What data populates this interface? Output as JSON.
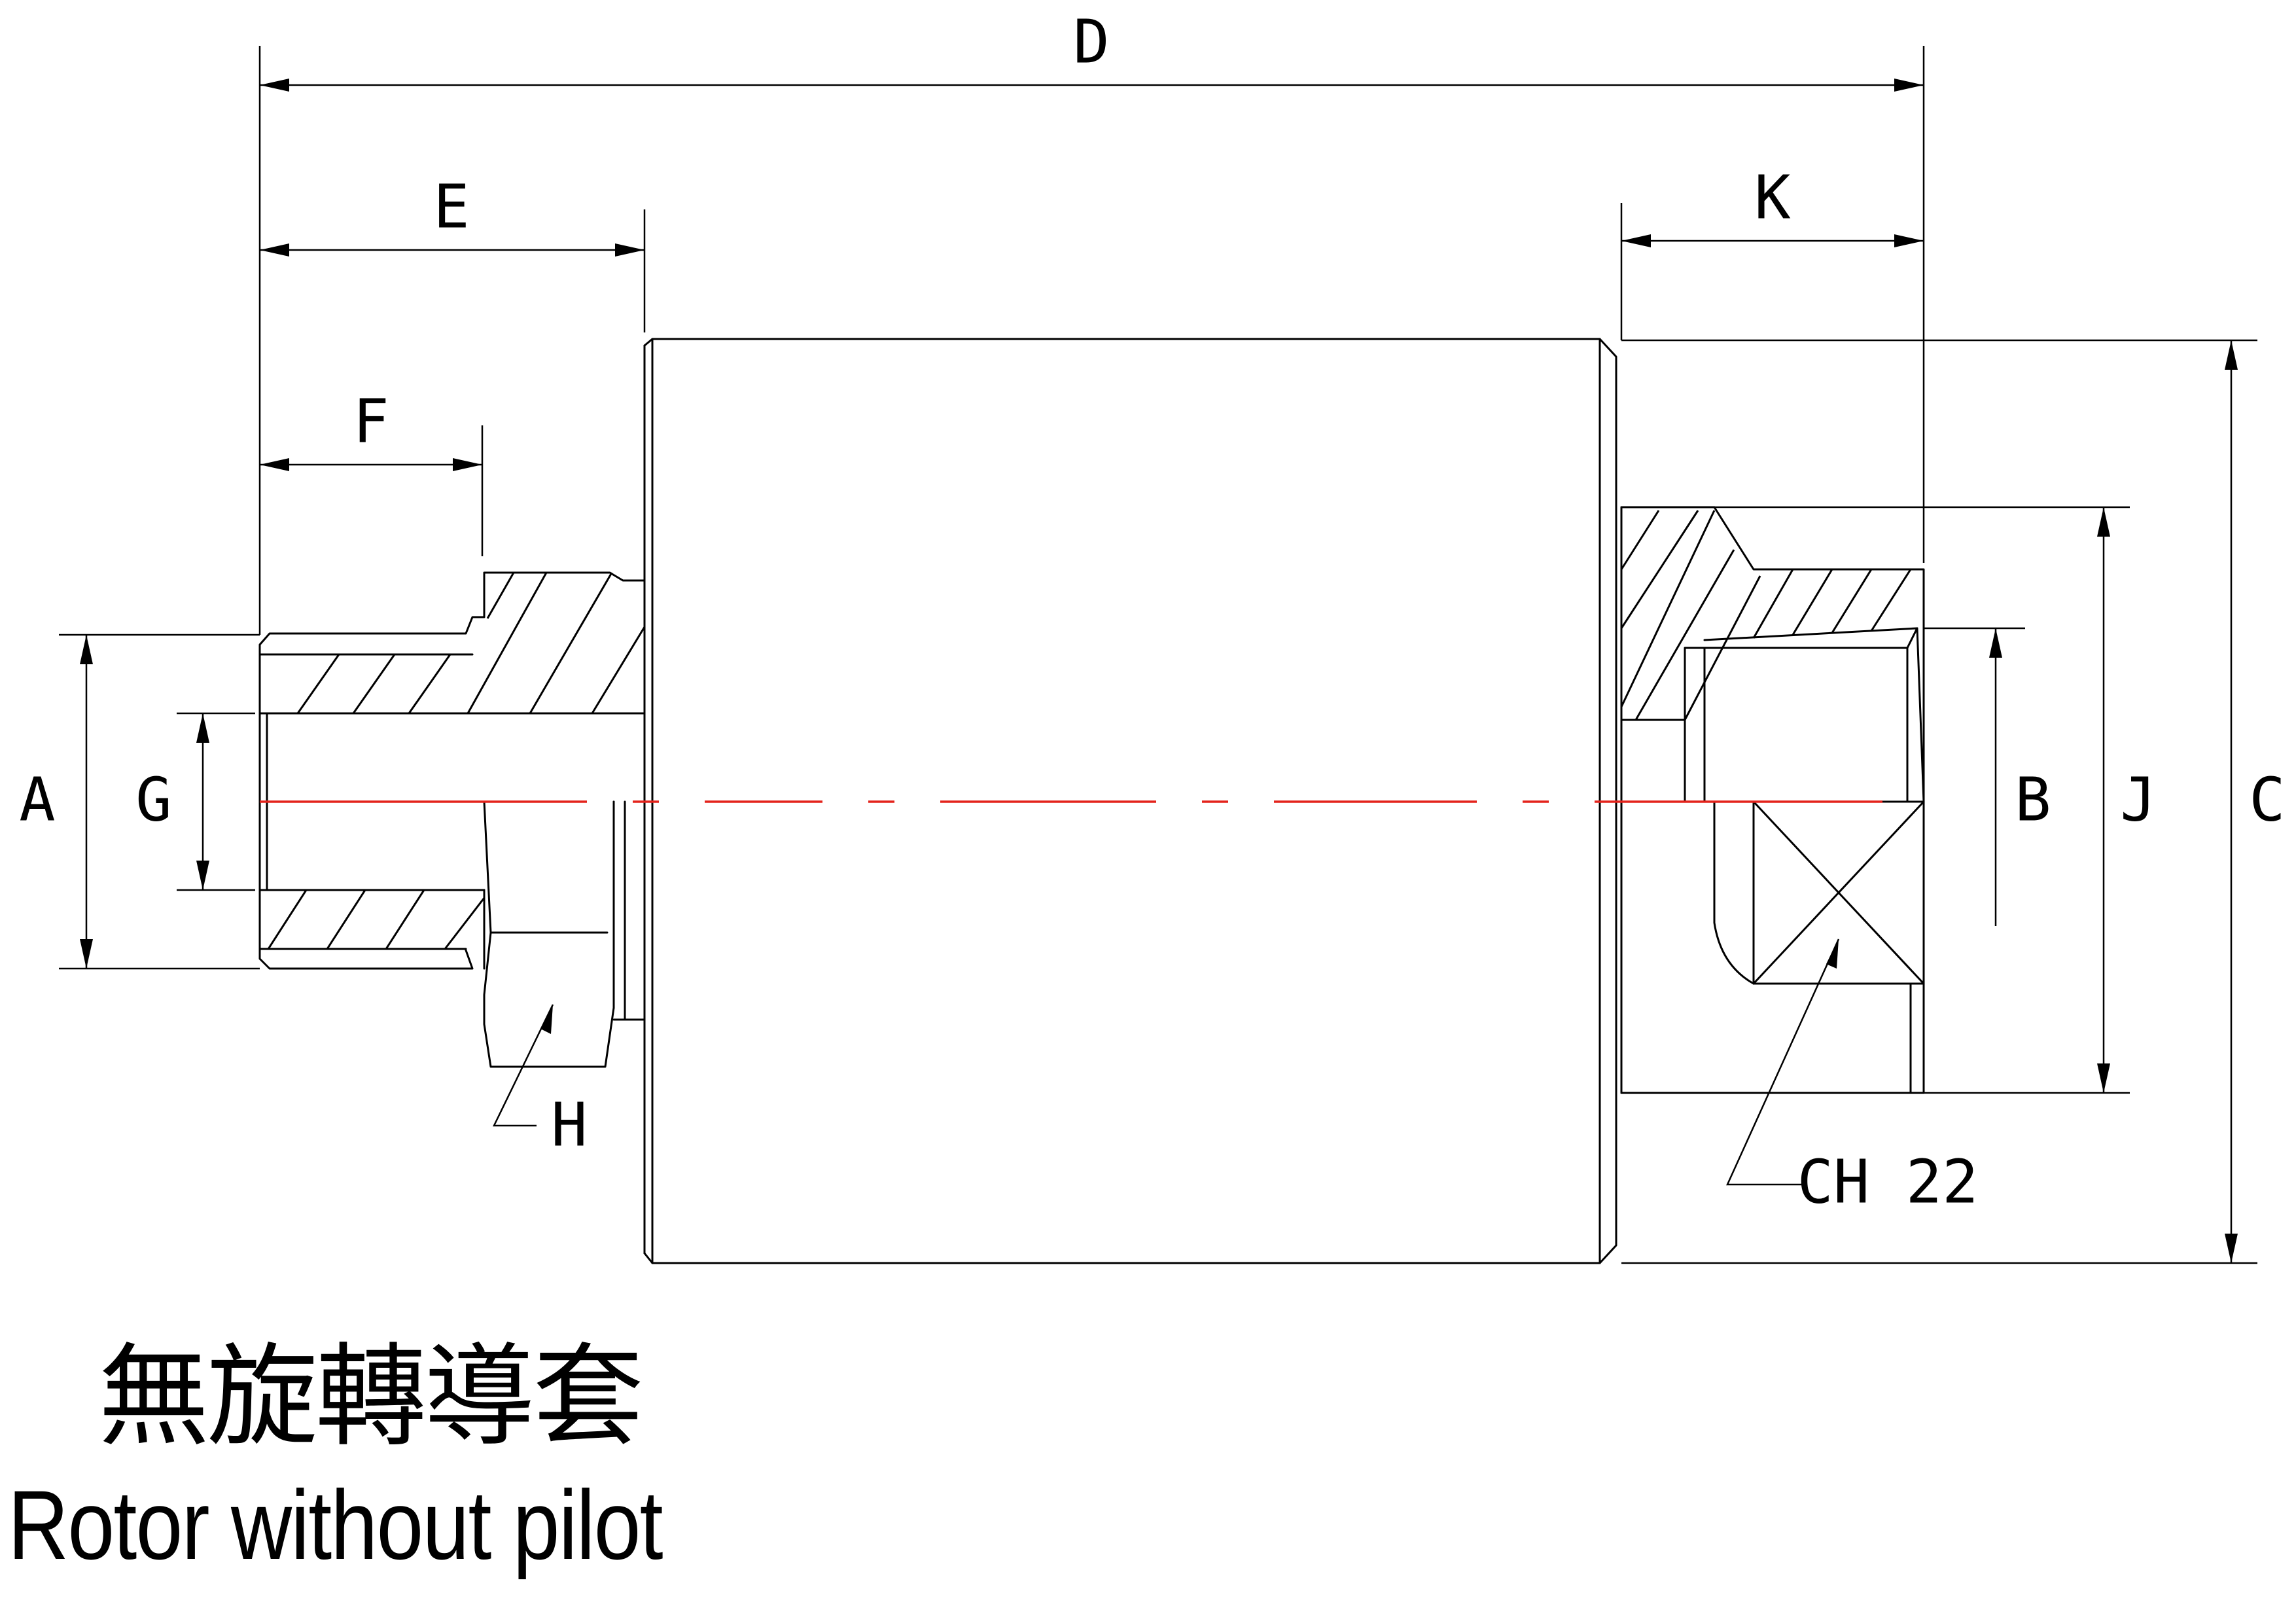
{
  "drawing": {
    "dimension_labels": {
      "A": "A",
      "B": "B",
      "C": "C",
      "D": "D",
      "E": "E",
      "F": "F",
      "G": "G",
      "H": "H",
      "J": "J",
      "K": "K",
      "ch": "CH 22"
    },
    "colors": {
      "outline": "#000000",
      "centerline": "#e4231b",
      "background": "#ffffff"
    }
  },
  "caption": {
    "title_zh": "無旋轉導套",
    "title_en": "Rotor without pilot"
  }
}
